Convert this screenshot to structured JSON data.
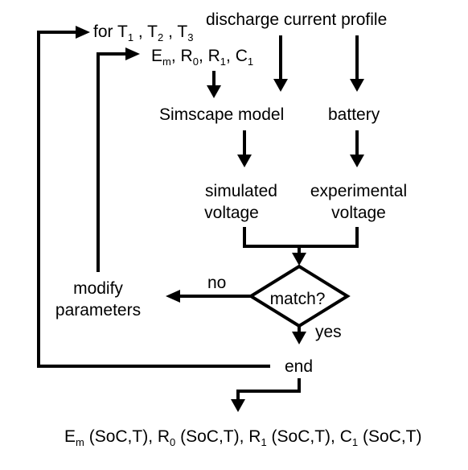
{
  "nodes": {
    "loop_prefix": "for",
    "temperatures": [
      {
        "sym": "T",
        "sub": "1"
      },
      {
        "sym": "T",
        "sub": "2"
      },
      {
        "sym": "T",
        "sub": "3"
      }
    ],
    "discharge": "discharge current profile",
    "parameters": [
      {
        "sym": "E",
        "sub": "m"
      },
      {
        "sym": "R",
        "sub": "0"
      },
      {
        "sym": "R",
        "sub": "1"
      },
      {
        "sym": "C",
        "sub": "1"
      }
    ],
    "simscape": "Simscape model",
    "battery": "battery",
    "simulated_line1": "simulated",
    "simulated_line2": "voltage",
    "experimental_line1": "experimental",
    "experimental_line2": "voltage",
    "decision": "match?",
    "no_label": "no",
    "yes_label": "yes",
    "modify_line1": "modify",
    "modify_line2": "parameters",
    "end": "end",
    "outputs_args": "(SoC,T)",
    "outputs": [
      {
        "sym": "E",
        "sub": "m"
      },
      {
        "sym": "R",
        "sub": "0"
      },
      {
        "sym": "R",
        "sub": "1"
      },
      {
        "sym": "C",
        "sub": "1"
      }
    ]
  }
}
